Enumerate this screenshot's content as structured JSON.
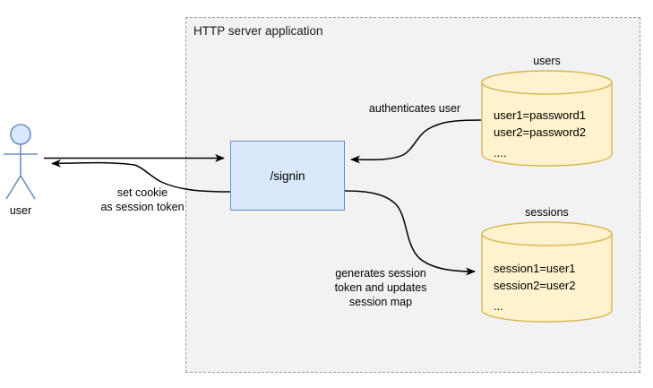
{
  "diagram": {
    "container": {
      "title": "HTTP server application",
      "fill": "#f2f2f2",
      "border": "#999999"
    },
    "actor": {
      "label": "user",
      "fill": "#dae8fc",
      "stroke": "#6c8ebf"
    },
    "process": {
      "label": "/signin",
      "fill": "#dae8fc",
      "border": "#6c8ebf"
    },
    "stores": [
      {
        "title": "users",
        "lines": [
          "user1=password1",
          "user2=password2",
          "...."
        ],
        "fill": "#fff2cc",
        "border": "#d6b656"
      },
      {
        "title": "sessions",
        "lines": [
          "session1=user1",
          "session2=user2",
          "..."
        ],
        "fill": "#fff2cc",
        "border": "#d6b656"
      }
    ],
    "edges": [
      {
        "name": "user-to-signin",
        "label": ""
      },
      {
        "name": "signin-to-user",
        "label_lines": [
          "set cookie",
          "as session token"
        ]
      },
      {
        "name": "users-to-signin",
        "label_lines": [
          "authenticates user"
        ]
      },
      {
        "name": "signin-to-sessions",
        "label_lines": [
          "generates session",
          "token and updates",
          "session map"
        ]
      }
    ],
    "edge_color": "#000000"
  }
}
